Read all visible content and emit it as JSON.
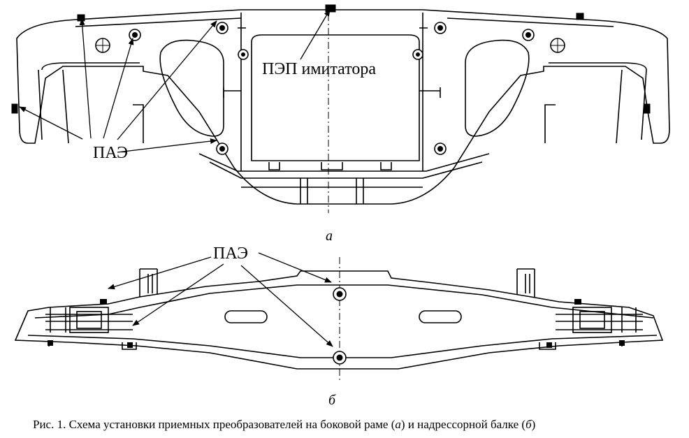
{
  "figure": {
    "label_simulator": "ПЭП имитатора",
    "label_pae_a": "ПАЭ",
    "label_pae_b": "ПАЭ",
    "sub_a": "а",
    "sub_b": "б",
    "caption_prefix": "Рис. 1. Схема установки приемных преобразователей на боковой раме (",
    "caption_a": "а",
    "caption_mid": ") и надрессорной балке (",
    "caption_b": "б",
    "caption_suffix": ")"
  },
  "colors": {
    "line": "#000000",
    "background": "#ffffff"
  }
}
